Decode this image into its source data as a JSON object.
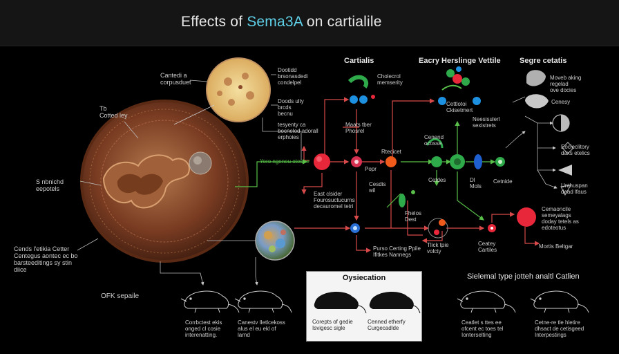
{
  "title": {
    "prefix": "Effects of ",
    "highlight": "Sema3A",
    "suffix": " on cartialile"
  },
  "colors": {
    "red": "#e8283a",
    "green": "#2faa4a",
    "blue": "#2a6fd6",
    "tissue": "#8b4a2a",
    "line_red": "#d84a4a",
    "line_green": "#58c048"
  },
  "left": {
    "histology_label": "Cantedi a\ncorpusduet",
    "histo_right_label": "Dootidd\nbrsonasdedi\ncondelpel",
    "histo_right_label2": "Doods ulty\nbrcds\nbecnu",
    "middle_label": "tesyenty ca\nbocnelod adorall\nerphoies",
    "tissue_top_label": "Tb\nCotted ley",
    "tissue_side_label": "S nbnichd\neepotels",
    "tissue_bottom_label": "Cends l'etikia Cetter\nCentegus aontec ec bo\nbarsteeditings sy stin\ndiice",
    "ofk_label": "OFK sepaile"
  },
  "center": {
    "header": "Cartialis",
    "top_note": "Cholecrol\nmemserity",
    "note_fiber": "Maats tber\nPhosrel",
    "green_link": "Yero ngeneu otestre",
    "recr": "Rtecicet",
    "popr": "Popr",
    "ebcls": "Cesdis\nwil",
    "eastlabel": "East clsider\nFourosuctucurns\ndecauromel tetri",
    "bottom_note": "Purso Certing Ppile\nIfitkes Nannegs",
    "molecule_note": "Fhelos\nDest"
  },
  "upper_mid": {
    "header": "Eacry Herslinge Vettile",
    "note": "Cettlotoi\nCkisetmert",
    "right_note": "Neesisulerl\nsexistrets",
    "conc": "Cenend\nocosse",
    "cetdes": "Cetdes",
    "dl_mols": "Dl\nMols",
    "cetnide": "Cetnide",
    "trick": "Tlick tpie\nvolcty",
    "ceabey": "Ceatey\nCartiles",
    "mortis": "Mortis Beltgar"
  },
  "right": {
    "header": "Segre cetatis",
    "note1": "Moveb aking\nregelad\nove docies",
    "note2": "Cenesy",
    "note3": "Eocleclitory\ndaxs etelics",
    "note4": "Unthuspan\ndead lfaus",
    "note5": "Cemaoncile\nsemeyalags\ndoday tetels as\nedoteotus",
    "bottom_header": "Sielemal type jotteh analtl Catlien"
  },
  "obs_box": {
    "title": "Oysiecation",
    "cap1": "Corepts of gedie\nIsvigesc sigle",
    "cap2": "Cenned etherfy\nCurgecadlde"
  },
  "bottom_captions": {
    "left1": "Corrbctest ekis\nonged cl cosie\ninterenatting.",
    "left2": "Canestv Iletlcekoss\nalus el eu ekl of\nlarnd",
    "right1": "Ceatlet s ttes ee\nofcent ec toes tel\nIonterselting",
    "right2": "Cetne-re tle hletire\ndhsact de cetisgeed\nInterpestings"
  }
}
